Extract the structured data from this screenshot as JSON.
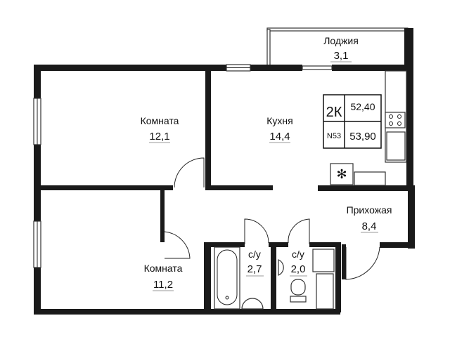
{
  "plan": {
    "rooms": [
      {
        "name": "Лоджия",
        "area": "3,1"
      },
      {
        "name": "Комната",
        "area": "12,1"
      },
      {
        "name": "Кухня",
        "area": "14,4"
      },
      {
        "name": "Прихожая",
        "area": "8,4"
      },
      {
        "name": "Комната",
        "area": "11,2"
      },
      {
        "name": "с/у",
        "area": "2,7"
      },
      {
        "name": "с/у",
        "area": "2,0"
      }
    ],
    "info_box": {
      "rooms_count": "2К",
      "living_area": "52,40",
      "number": "N53",
      "total_area": "53,90"
    }
  }
}
